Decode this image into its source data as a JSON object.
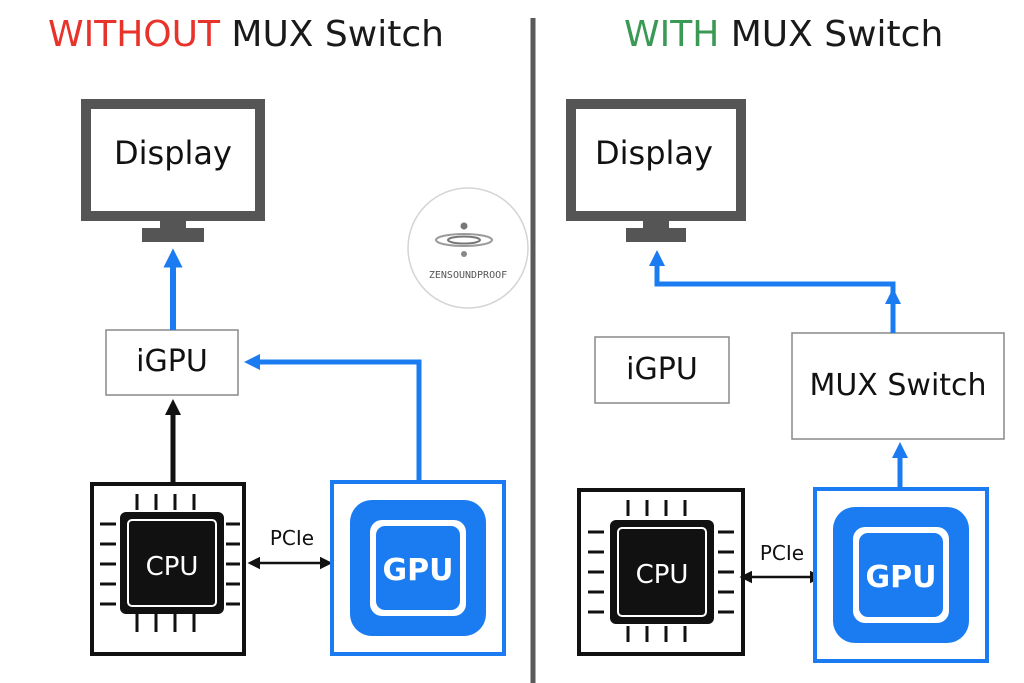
{
  "left": {
    "title_accent": "WITHOUT",
    "title_rest": " MUX Switch",
    "display_label": "Display",
    "igpu_label": "iGPU",
    "cpu_label": "CPU",
    "gpu_label": "GPU",
    "link_label": "PCIe"
  },
  "right": {
    "title_accent": "WITH",
    "title_rest": " MUX Switch",
    "display_label": "Display",
    "igpu_label": "iGPU",
    "mux_label": "MUX Switch",
    "cpu_label": "CPU",
    "gpu_label": "GPU",
    "link_label": "PCIe"
  },
  "watermark": {
    "text": "ZENSOUNDPROOF"
  },
  "colors": {
    "accent_red": "#e8332b",
    "accent_green": "#3a9a55",
    "blue": "#1a7cf0",
    "dark": "#111111",
    "monitor": "#555555",
    "divider": "#5a5a5a"
  }
}
